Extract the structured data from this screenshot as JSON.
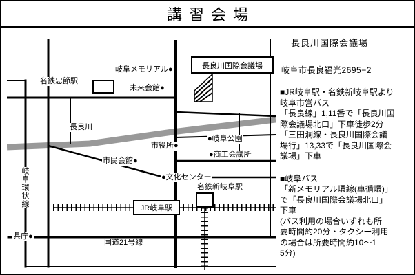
{
  "title": "講習会場",
  "map": {
    "dot": "●",
    "labels": {
      "gifu_memorial": "岐阜メモリアル",
      "chusetsu_station": "名鉄忠節駅",
      "mirai_kaikan": "未来会館",
      "convention_center": "長良川国際会議場",
      "nagara_river": "長良川",
      "city_hall": "市役所",
      "gifu_park": "岐阜公園",
      "civic_hall": "市民会館",
      "chamber_of_commerce": "商工会議所",
      "culture_center": "文化センター",
      "shin_gifu_station": "名鉄新岐阜駅",
      "jr_gifu_station": "JR岐阜駅",
      "ring_road": "岐阜環状線",
      "prefectural_office": "県庁",
      "route_21": "国道21号線"
    }
  },
  "info": {
    "venue_name": "長良川国際会議場",
    "address": "岐阜市長良福光2695−2",
    "access_rail": [
      "■JR岐阜駅・名鉄新岐阜駅より",
      "岐阜市営バス",
      "「長良線」1,11番で「長良川国",
      "際会議場北口」下車徒歩2分",
      "「三田洞線・長良川国際会議",
      "場行」13,33で「長良川国際会",
      "議場」下車"
    ],
    "access_bus": [
      "■岐阜バス",
      "「新メモリアル環線(車循環)」",
      "で「長良川国際会議場北口」",
      "下車",
      "(バス利用の場合いずれも所",
      "要時間約20分・タクシー利用",
      "の場合は所要時間約10〜1",
      "5分)"
    ]
  }
}
